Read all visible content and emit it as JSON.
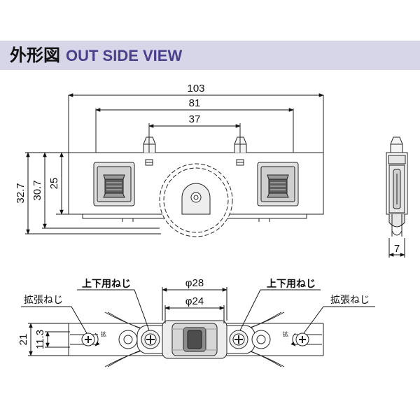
{
  "header": {
    "title_jp": "外形図",
    "title_en": "OUT SIDE VIEW",
    "bg_color": "#d6d6e8",
    "accent_color": "#4b3f8c"
  },
  "dimensions": {
    "width_total": "103",
    "width_mount": "81",
    "width_pins": "37",
    "height_total": "32.7",
    "height_mid": "30.7",
    "height_body": "25",
    "side_thickness": "7",
    "wheel_dia_outer": "φ28",
    "wheel_dia_inner": "φ24",
    "plan_height_total": "21",
    "plan_height_inner": "11.3"
  },
  "labels": {
    "adjust_screw_left": "上下用ねじ",
    "adjust_screw_right": "上下用ねじ",
    "expand_screw_left": "拡張ねじ",
    "expand_screw_right": "拡張ねじ",
    "expand_mark": "拡",
    "expand_mark_right": "拡"
  }
}
